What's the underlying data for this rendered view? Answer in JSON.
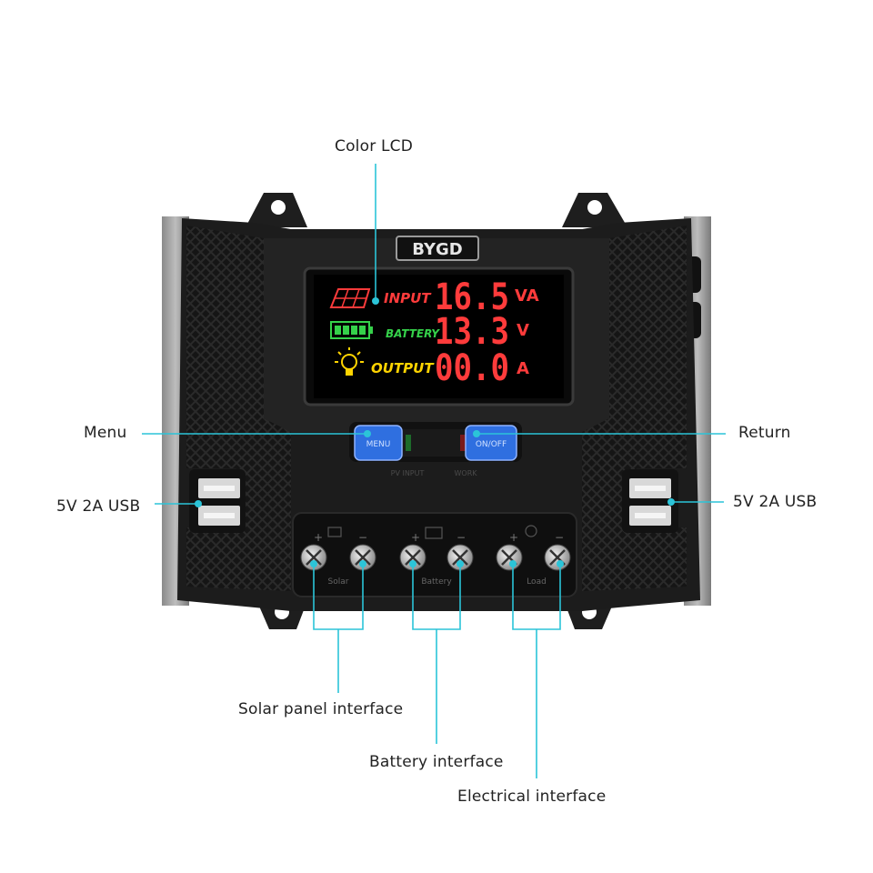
{
  "callouts": {
    "color_lcd": "Color LCD",
    "menu": "Menu",
    "return": "Return",
    "usb_left": "5V 2A USB",
    "usb_right": "5V 2A USB",
    "solar": "Solar panel interface",
    "battery": "Battery interface",
    "electrical": "Electrical interface"
  },
  "device": {
    "brand": "BYGD",
    "buttons": {
      "menu": "MENU",
      "onoff": "ON/OFF"
    },
    "indicators": {
      "pv": "PV INPUT",
      "work": "WORK"
    },
    "lcd": {
      "rows": [
        {
          "label": "INPUT",
          "value": "16.5",
          "unit": "VA"
        },
        {
          "label": "BATTERY",
          "value": "13.3",
          "unit": "V"
        },
        {
          "label": "OUTPUT",
          "value": "00.0",
          "unit": "A"
        }
      ]
    },
    "terminals": {
      "solar": "Solar",
      "battery": "Battery",
      "load": "Load",
      "plus": "+",
      "minus": "−"
    }
  },
  "colors": {
    "accent_line": "#2bc4d8",
    "lcd_red": "#ff3b3b",
    "lcd_green": "#35d14a",
    "lcd_yellow": "#ffd400",
    "button_blue": "#2f6fe0",
    "body_black": "#1c1c1c"
  }
}
